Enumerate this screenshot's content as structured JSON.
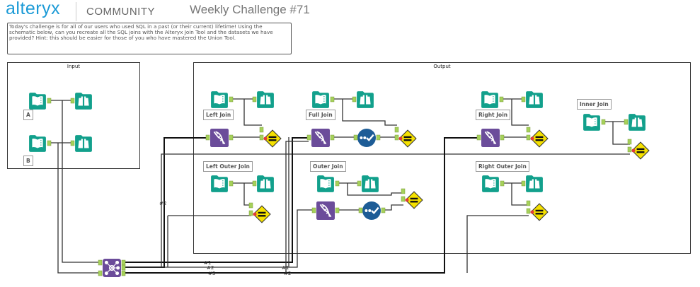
{
  "header": {
    "logo": "alteryx",
    "community": "COMMUNITY",
    "title": "Weekly Challenge #71"
  },
  "comment": "Today's challenge is for all of our users who used SQL in a past (or their current) lifetime! Using the schematic below, can you recreate all the SQL joins with the Alteryx Join Tool and the datasets we have provided? Hint: this should be easier for those of you who have mastered the Union Tool.",
  "containers": {
    "input": "Input",
    "output": "Output"
  },
  "labels": {
    "a": "A",
    "b": "B",
    "left_join": "Left Join",
    "full_join": "Full Join",
    "right_join": "Right Join",
    "inner_join": "Inner Join",
    "left_outer_join": "Left Outer Join",
    "outer_join": "Outer Join",
    "right_outer_join": "Right Outer Join"
  },
  "wire_labels": [
    "#1",
    "#2",
    "#3",
    "#1",
    "#2",
    "#2"
  ],
  "colors": {
    "brand": "#1b9ad6",
    "input_tool": "#12a08c",
    "join_tool": "#6b4c9a",
    "select_tool": "#1d5c96",
    "compare_tool": "#f5e100",
    "anchor": "#a6d15a"
  }
}
